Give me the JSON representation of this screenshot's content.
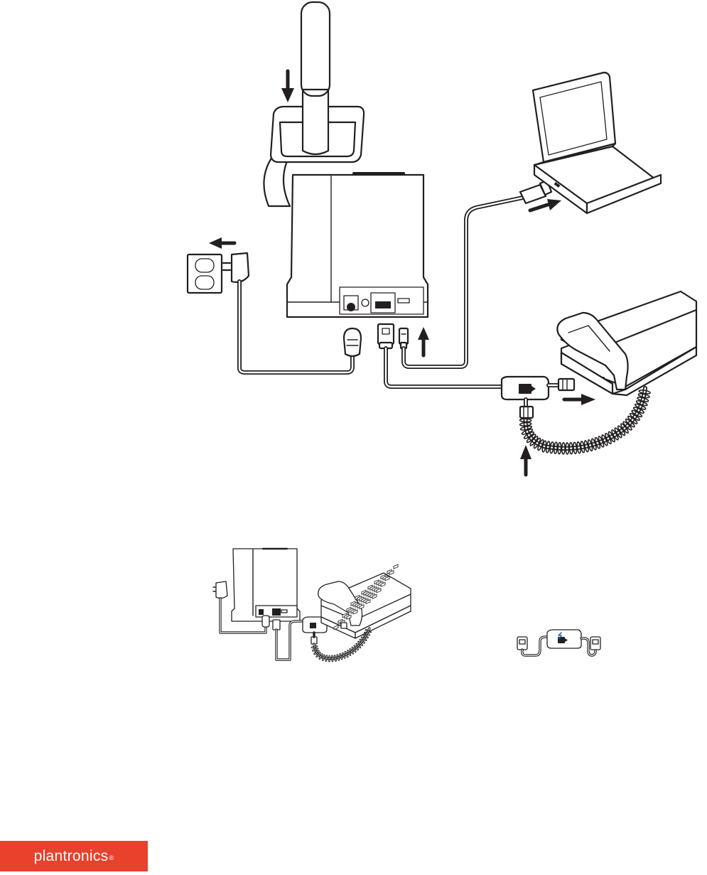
{
  "brand": {
    "logo_text": "plantronics",
    "registered_mark": "®",
    "bar_color": "#e8412c",
    "text_color": "#ffffff"
  },
  "diagram": {
    "line_color": "#231f20",
    "main_illustration": {
      "components": [
        "headset-charging-cradle",
        "base-station",
        "power-adapter",
        "wall-outlet",
        "laptop",
        "usb-cable",
        "desk-phone",
        "telephone-interface-cable",
        "coiled-handset-cord"
      ],
      "arrows": [
        "down-arrow-headset",
        "left-arrow-outlet",
        "right-arrow-laptop",
        "up-arrow-base",
        "right-arrow-phone",
        "up-arrow-cord"
      ]
    },
    "inset_illustrations": [
      "mini-setup-diagram",
      "telephone-interface-cable"
    ]
  }
}
